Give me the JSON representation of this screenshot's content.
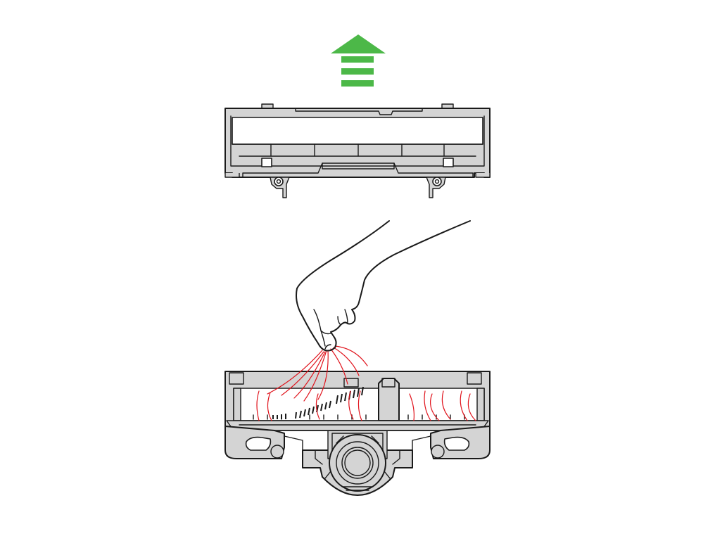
{
  "figure": {
    "caption": ""
  },
  "colors": {
    "arrow": "#4cb848",
    "part_fill": "#d4d4d4",
    "outline": "#1a1a1a",
    "hair": "#e0121b",
    "background": "#ffffff"
  },
  "parts": {
    "arrow": "arrow-up-icon",
    "cover": "brush-bar-cover",
    "hand": "hand",
    "hair": "tangled-hair",
    "head": "cleaner-head"
  }
}
